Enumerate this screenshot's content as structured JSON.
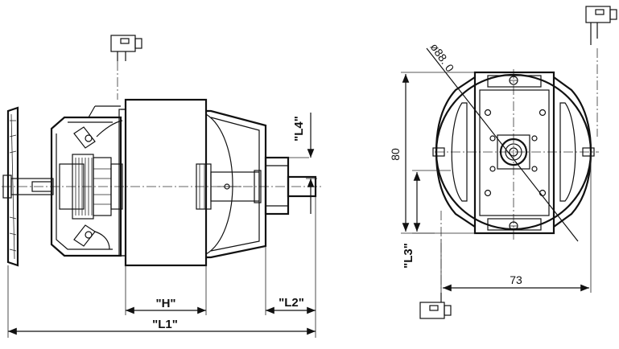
{
  "dimensions": {
    "h": "\"H\"",
    "l1": "\"L1\"",
    "l2": "\"L2\"",
    "l3": "\"L3\"",
    "l4": "\"L4\"",
    "diameter": "ø88. 0",
    "height_80": "80",
    "width_73": "73"
  }
}
